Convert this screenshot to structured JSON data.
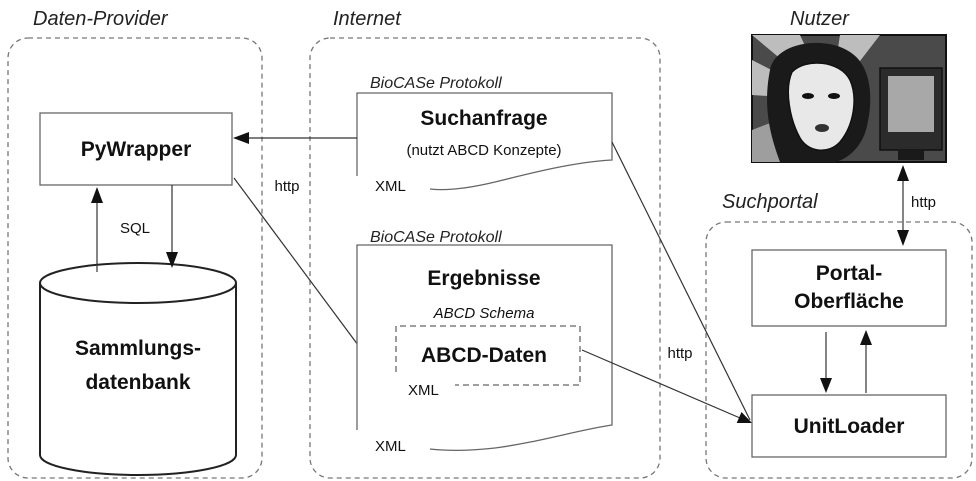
{
  "sections": {
    "provider": "Daten-Provider",
    "internet": "Internet",
    "user": "Nutzer",
    "portal": "Suchportal"
  },
  "provider": {
    "pywrapper": "PyWrapper",
    "sql": "SQL",
    "database_line1": "Sammlungs-",
    "database_line2": "datenbank"
  },
  "internet": {
    "request": {
      "protocol": "BioCASe Protokoll",
      "title": "Suchanfrage",
      "subtitle": "(nutzt ABCD Konzepte)",
      "format": "XML"
    },
    "response": {
      "protocol": "BioCASe Protokoll",
      "title": "Ergebnisse",
      "schema": "ABCD Schema",
      "data": "ABCD-Daten",
      "data_format": "XML",
      "format": "XML"
    }
  },
  "connections": {
    "provider_http": "http",
    "loader_http": "http",
    "user_http": "http"
  },
  "portal": {
    "interface_line1": "Portal-",
    "interface_line2": "Oberfläche",
    "loader": "UnitLoader"
  },
  "user_image": {
    "icon": "user-at-computer-clipart"
  },
  "colors": {
    "line": "#333333",
    "box_border": "#666666",
    "container_border": "#777777"
  }
}
